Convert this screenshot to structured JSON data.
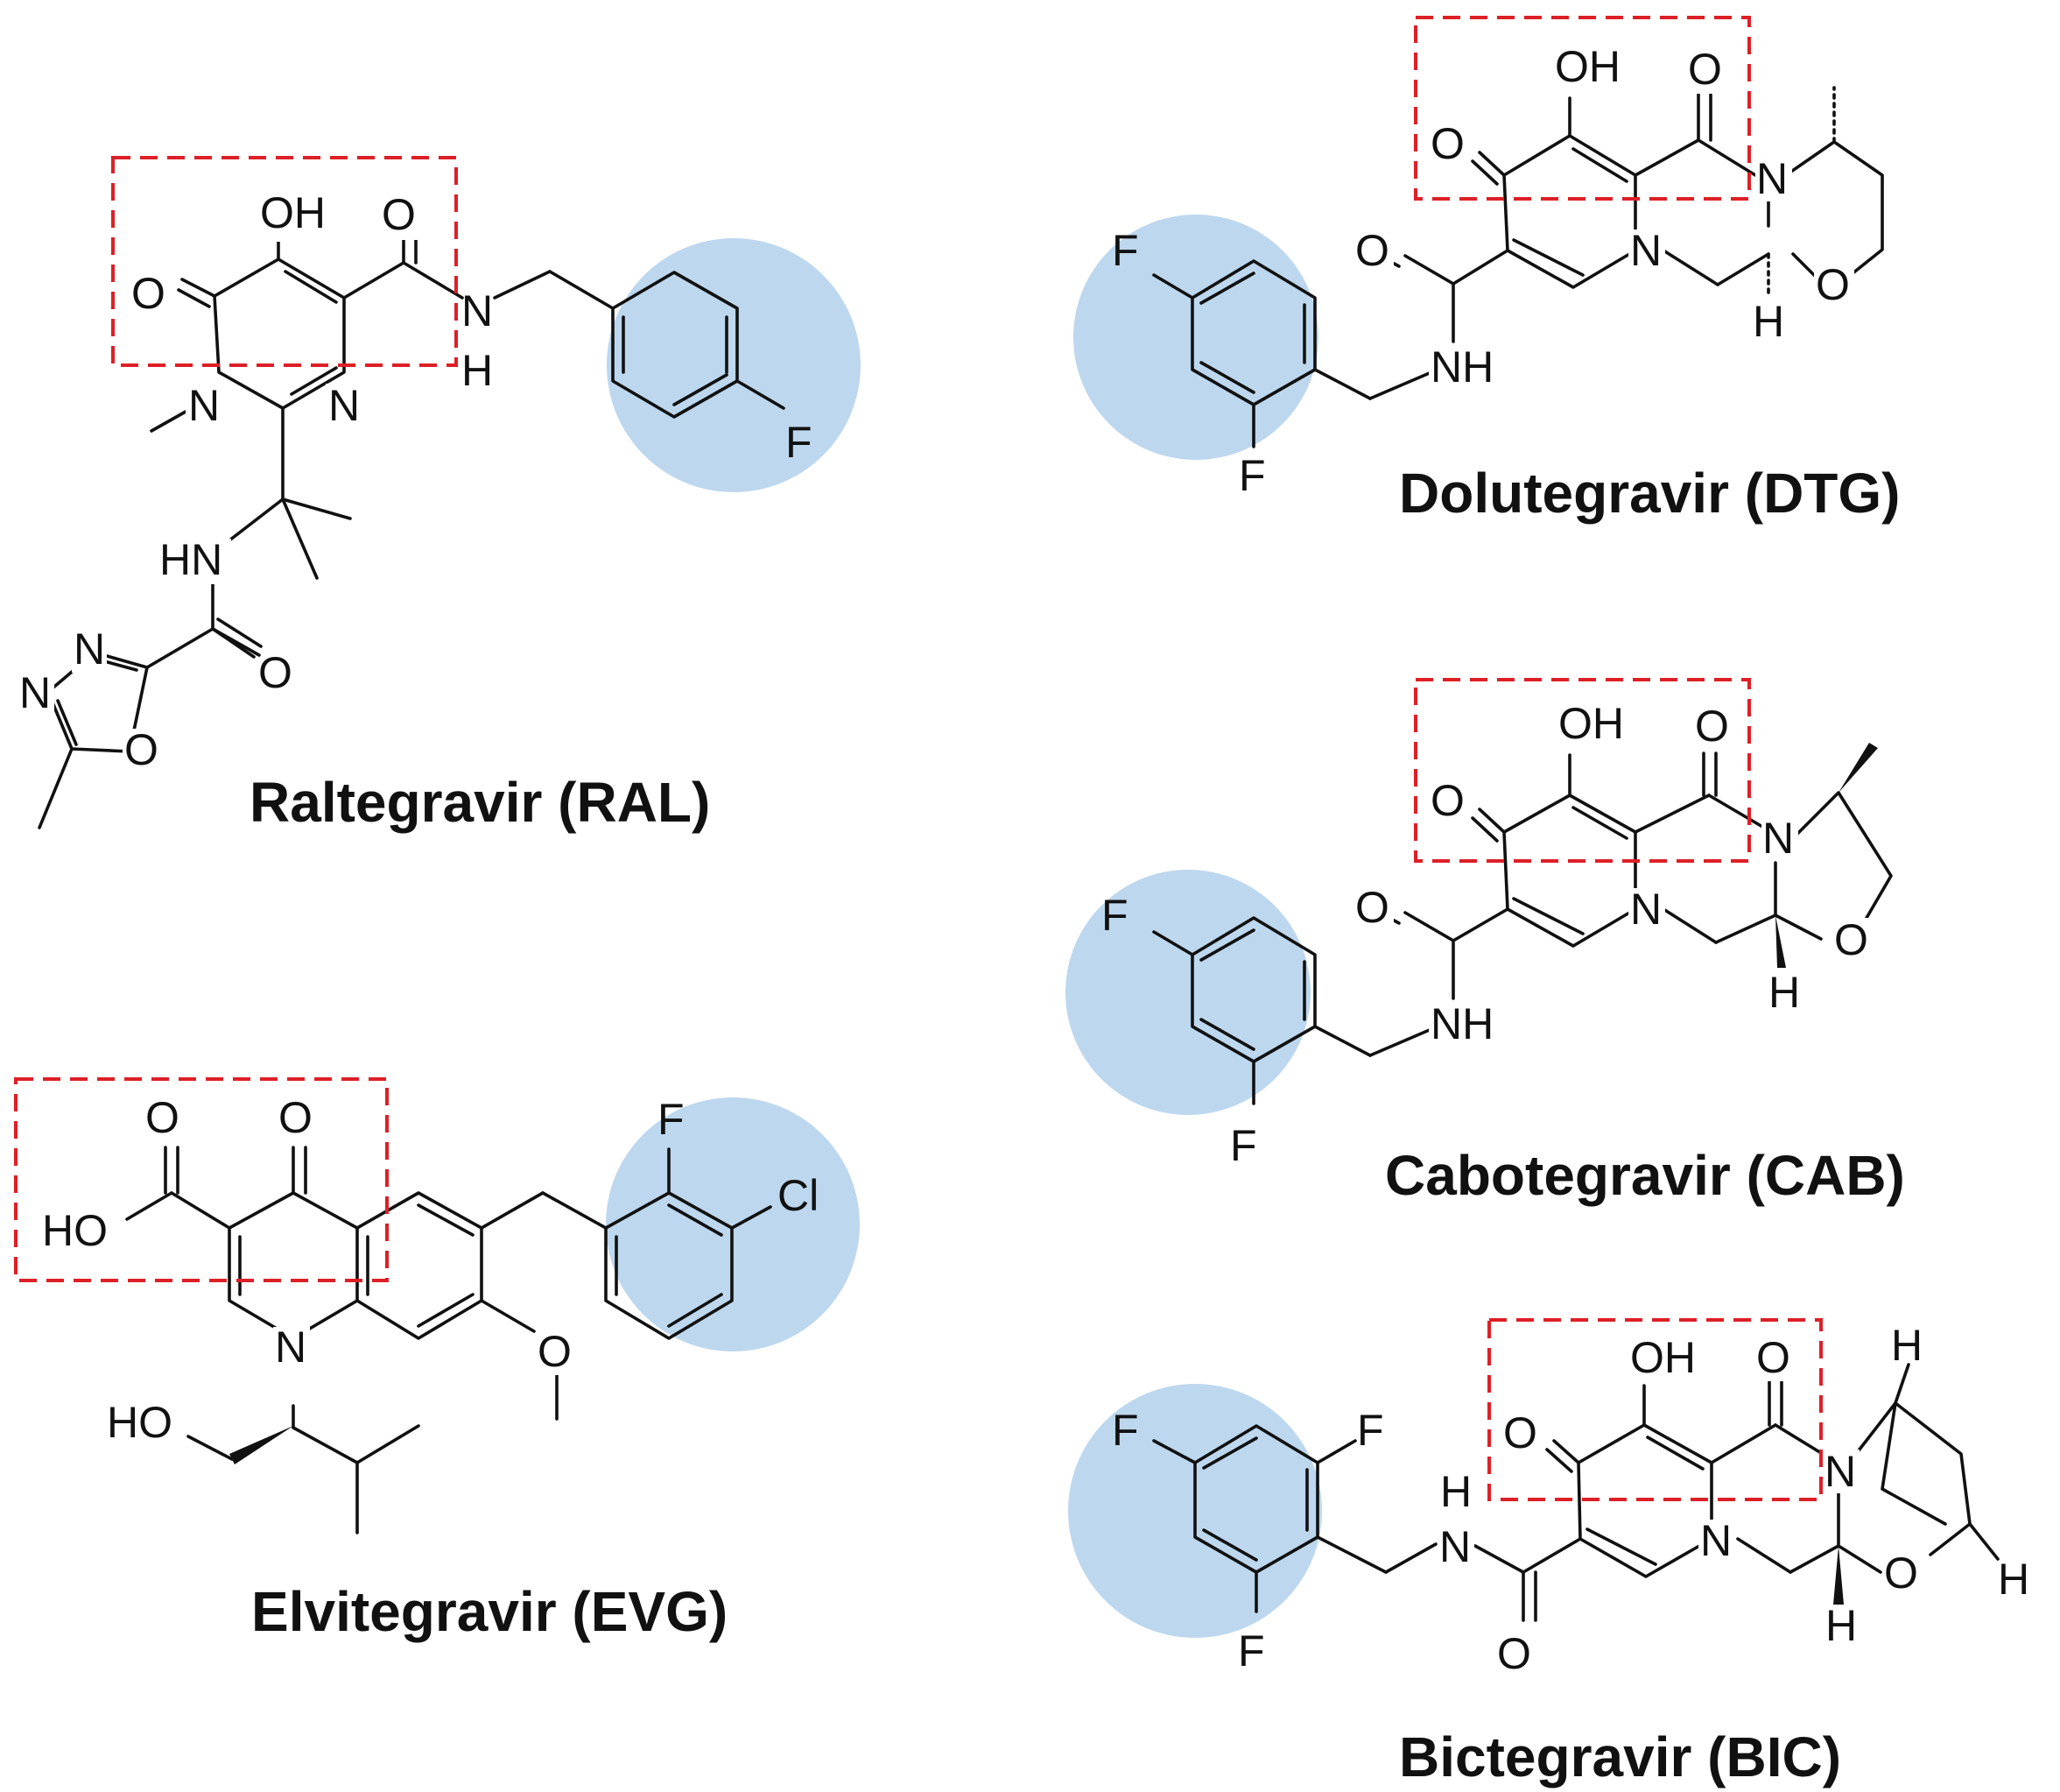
{
  "figure": {
    "highlight_circle_color": "#bdd7ee",
    "highlight_box_color": "#dd1f26",
    "molecules": [
      {
        "id": "ral",
        "name": "Raltegravir (RAL)",
        "atoms": {
          "OH": "OH",
          "O_keto": "O",
          "O_amide": "O",
          "NH_N": "N",
          "NH_H": "H",
          "N_ring1": "N",
          "N_ring2": "N",
          "F": "F",
          "HN": "HN",
          "O_carbonyl": "O",
          "N_oxa1": "N",
          "N_oxa2": "N",
          "O_oxa": "O"
        }
      },
      {
        "id": "dtg",
        "name": "Dolutegravir (DTG)",
        "atoms": {
          "OH": "OH",
          "O_amide": "O",
          "O_keto": "O",
          "N_top": "N",
          "N_ring": "N",
          "O_side": "O",
          "H_stereo": "H",
          "O_ring": "O",
          "NH": "NH",
          "F1": "F",
          "F2": "F"
        }
      },
      {
        "id": "cab",
        "name": "Cabotegravir (CAB)",
        "atoms": {
          "OH": "OH",
          "O_amide": "O",
          "O_keto": "O",
          "N_top": "N",
          "N_ring": "N",
          "O_side": "O",
          "H_stereo": "H",
          "O_ring": "O",
          "NH": "NH",
          "F1": "F",
          "F2": "F"
        }
      },
      {
        "id": "evg",
        "name": "Elvitegravir (EVG)",
        "atoms": {
          "O_acid": "O",
          "O_keto": "O",
          "HO_acid": "HO",
          "N_ring": "N",
          "HO": "HO",
          "F": "F",
          "Cl": "Cl",
          "O_methoxy": "O"
        }
      },
      {
        "id": "bic",
        "name": "Bictegravir (BIC)",
        "atoms": {
          "OH": "OH",
          "O_amide": "O",
          "O_keto": "O",
          "N_top": "N",
          "N_ring": "N",
          "H_bridge1": "H",
          "H_bridge2": "H",
          "O_bridge": "O",
          "H_stereo": "H",
          "NH_H": "H",
          "NH_N": "N",
          "O_side": "O",
          "F1": "F",
          "F2": "F",
          "F3": "F"
        }
      }
    ]
  }
}
